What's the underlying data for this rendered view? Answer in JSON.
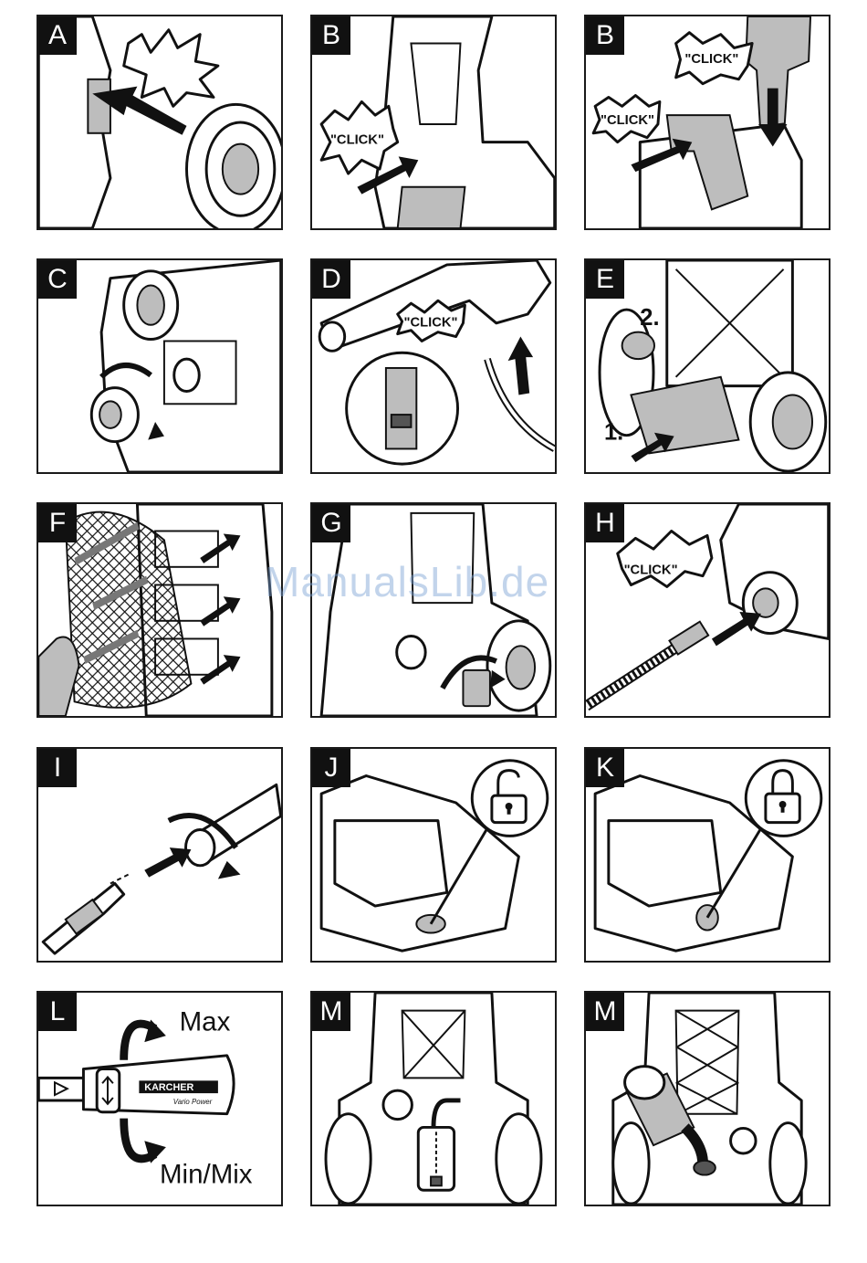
{
  "watermark": "ManualsLib.de",
  "panels": [
    {
      "letter": "A"
    },
    {
      "letter": "B",
      "callout": "\"CLICK\""
    },
    {
      "letter": "B",
      "callout_top": "\"CLICK\"",
      "callout_left": "\"CLICK\""
    },
    {
      "letter": "C"
    },
    {
      "letter": "D",
      "callout": "\"CLICK\""
    },
    {
      "letter": "E",
      "step_1": "1.",
      "step_2": "2."
    },
    {
      "letter": "F"
    },
    {
      "letter": "G"
    },
    {
      "letter": "H",
      "callout": "\"CLICK\""
    },
    {
      "letter": "I"
    },
    {
      "letter": "J",
      "lock_icon": "unlocked-padlock-icon"
    },
    {
      "letter": "K",
      "lock_icon": "locked-padlock-icon"
    },
    {
      "letter": "L",
      "label_max": "Max",
      "label_min": "Min/Mix",
      "logo": "KARCHER",
      "logo_sub": "Vario Power"
    },
    {
      "letter": "M"
    },
    {
      "letter": "M"
    }
  ]
}
